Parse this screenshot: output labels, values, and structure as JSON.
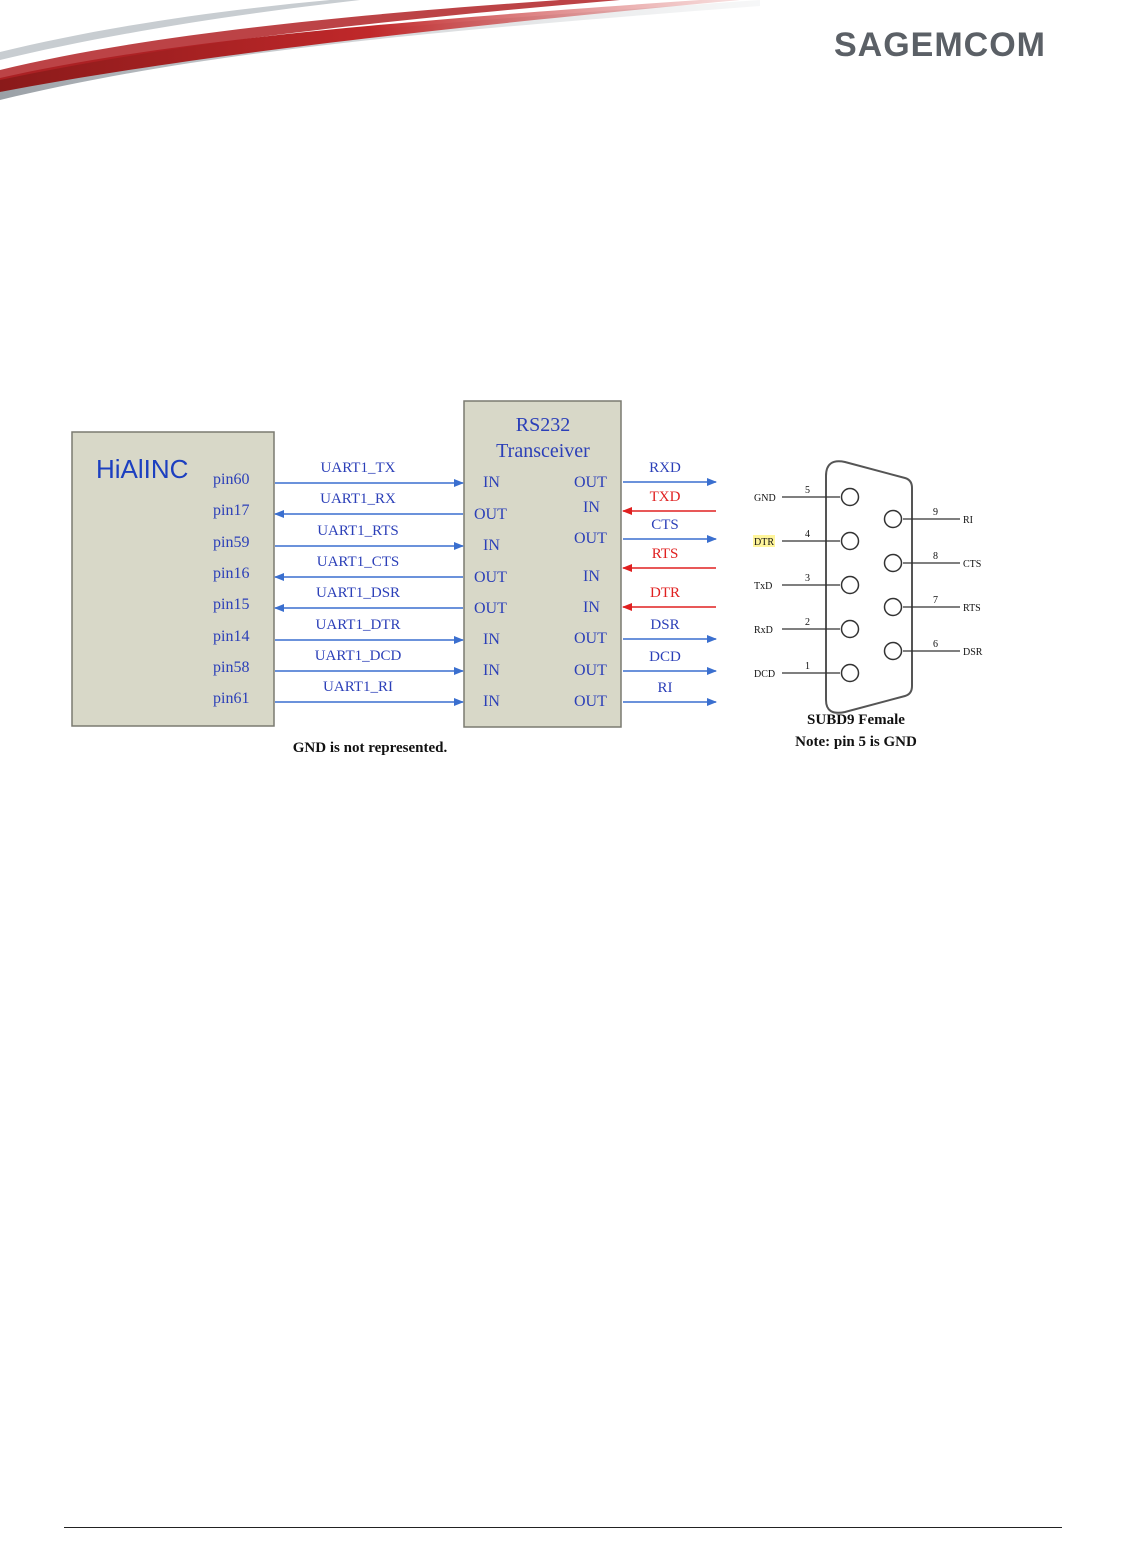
{
  "header": {
    "logo_text": "SAGEMCOM"
  },
  "module": {
    "name": "HiAlINC",
    "pins": [
      "pin60",
      "pin17",
      "pin59",
      "pin16",
      "pin15",
      "pin14",
      "pin58",
      "pin61"
    ]
  },
  "signals": [
    "UART1_TX",
    "UART1_RX",
    "UART1_RTS",
    "UART1_CTS",
    "UART1_DSR",
    "UART1_DTR",
    "UART1_DCD",
    "UART1_RI"
  ],
  "transceiver": {
    "title_line1": "RS232",
    "title_line2": "Transceiver",
    "left_ports": [
      "IN",
      "OUT",
      "IN",
      "OUT",
      "OUT",
      "IN",
      "IN",
      "IN"
    ],
    "right_ports": [
      "OUT",
      "IN",
      "OUT",
      "IN",
      "IN",
      "OUT",
      "OUT",
      "OUT"
    ]
  },
  "rs232_lines": [
    "RXD",
    "TXD",
    "CTS",
    "RTS",
    "DTR",
    "DSR",
    "DCD",
    "RI"
  ],
  "connector": {
    "left_labels": [
      "GND",
      "DTR",
      "TxD",
      "RxD",
      "DCD"
    ],
    "left_numbers": [
      "5",
      "4",
      "3",
      "2",
      "1"
    ],
    "right_labels": [
      "RI",
      "CTS",
      "RTS",
      "DSR"
    ],
    "right_numbers": [
      "9",
      "8",
      "7",
      "6"
    ],
    "caption1": "SUBD9 Female",
    "caption2": "Note: pin 5 is GND"
  },
  "gnd_note": "GND is not represented.",
  "colors": {
    "blue": "#3a6fcf",
    "red": "#e02020",
    "box_fill": "#d8d8c8",
    "text_blue": "#2b3fb8"
  }
}
